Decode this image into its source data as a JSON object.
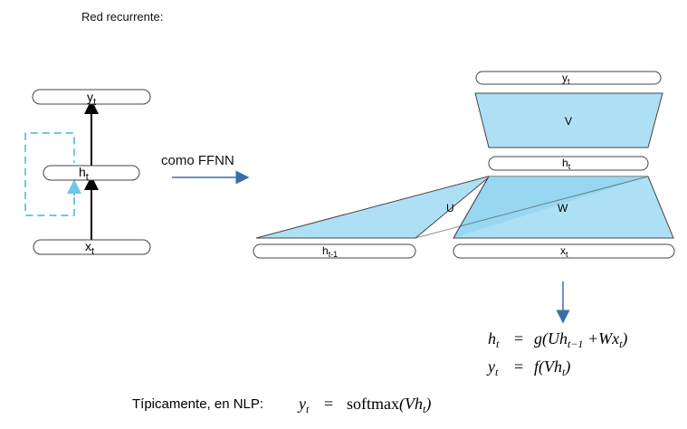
{
  "title": "Red recurrente:",
  "arrow_label": "como FFNN",
  "colors": {
    "fill": "#aee0f5",
    "fill_dark": "#8fd3f0",
    "stroke": "#444444",
    "loop": "#6ec6ee",
    "arrow_blue": "#3a6ea8"
  },
  "left": {
    "top_node": {
      "base": "y",
      "sub": "t"
    },
    "mid_node": {
      "base": "h",
      "sub": "t"
    },
    "bottom_node": {
      "base": "x",
      "sub": "t"
    }
  },
  "right": {
    "output_node": {
      "base": "y",
      "sub": "t"
    },
    "v_label": "V",
    "hidden_node": {
      "base": "h",
      "sub": "t"
    },
    "u_label": "U",
    "w_label": "W",
    "prev_hidden_node": {
      "base": "h",
      "sub": "t-1"
    },
    "input_node": {
      "base": "x",
      "sub": "t"
    }
  },
  "equations": {
    "eq1": {
      "lhs": "h",
      "lhs_sub": "t",
      "op": "=",
      "rhs_a": "g(U",
      "rhs_h": "h",
      "rhs_h_sub": "t−1",
      "rhs_b": " +W",
      "rhs_x": "x",
      "rhs_x_sub": "t",
      "rhs_c": ")"
    },
    "eq2": {
      "lhs": "y",
      "lhs_sub": "t",
      "op": "=",
      "rhs_a": "f(V",
      "rhs_h": "h",
      "rhs_h_sub": "t",
      "rhs_c": ")"
    }
  },
  "footer": {
    "label": "Típicamente, en NLP:",
    "lhs": "y",
    "lhs_sub": "t",
    "op": "=",
    "func": "softmax",
    "arg_a": "(V",
    "arg_h": "h",
    "arg_h_sub": "t",
    "arg_c": ")"
  }
}
